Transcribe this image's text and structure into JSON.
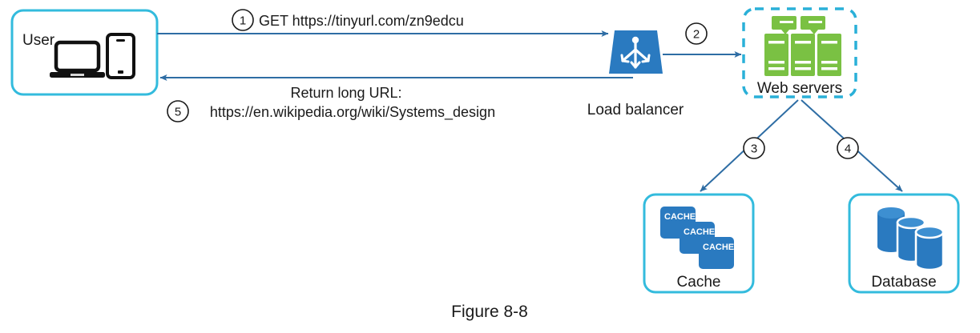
{
  "figure": {
    "caption": "Figure 8-8",
    "colors": {
      "box_border_cyan": "#33bbdd",
      "dashed_border_cyan": "#2ab0d8",
      "arrow_blue": "#2e6da4",
      "icon_blue": "#2a7ac0",
      "server_green": "#7ac143",
      "device_black": "#111111",
      "background": "#ffffff"
    }
  },
  "nodes": {
    "user": {
      "label": "User",
      "icons": [
        "laptop-icon",
        "smartphone-icon"
      ]
    },
    "load_balancer": {
      "label": "Load balancer",
      "icon": "load-balancer-icon"
    },
    "web_servers": {
      "label": "Web servers",
      "icon": "server-rack-icon"
    },
    "cache": {
      "label": "Cache",
      "icon": "cache-stack-icon",
      "tiles": [
        "CACHE",
        "CACHE",
        "CACHE"
      ]
    },
    "database": {
      "label": "Database",
      "icon": "database-cylinders-icon"
    }
  },
  "flows": [
    {
      "step": "1",
      "label": "GET https://tinyurl.com/zn9edcu",
      "from": "user",
      "to": "load_balancer"
    },
    {
      "step": "2",
      "label": "",
      "from": "load_balancer",
      "to": "web_servers"
    },
    {
      "step": "3",
      "label": "",
      "from": "web_servers",
      "to": "cache"
    },
    {
      "step": "4",
      "label": "",
      "from": "web_servers",
      "to": "database"
    },
    {
      "step": "5",
      "label_line1": "Return long URL:",
      "label_line2": "https://en.wikipedia.org/wiki/Systems_design",
      "from": "load_balancer",
      "to": "user"
    }
  ]
}
